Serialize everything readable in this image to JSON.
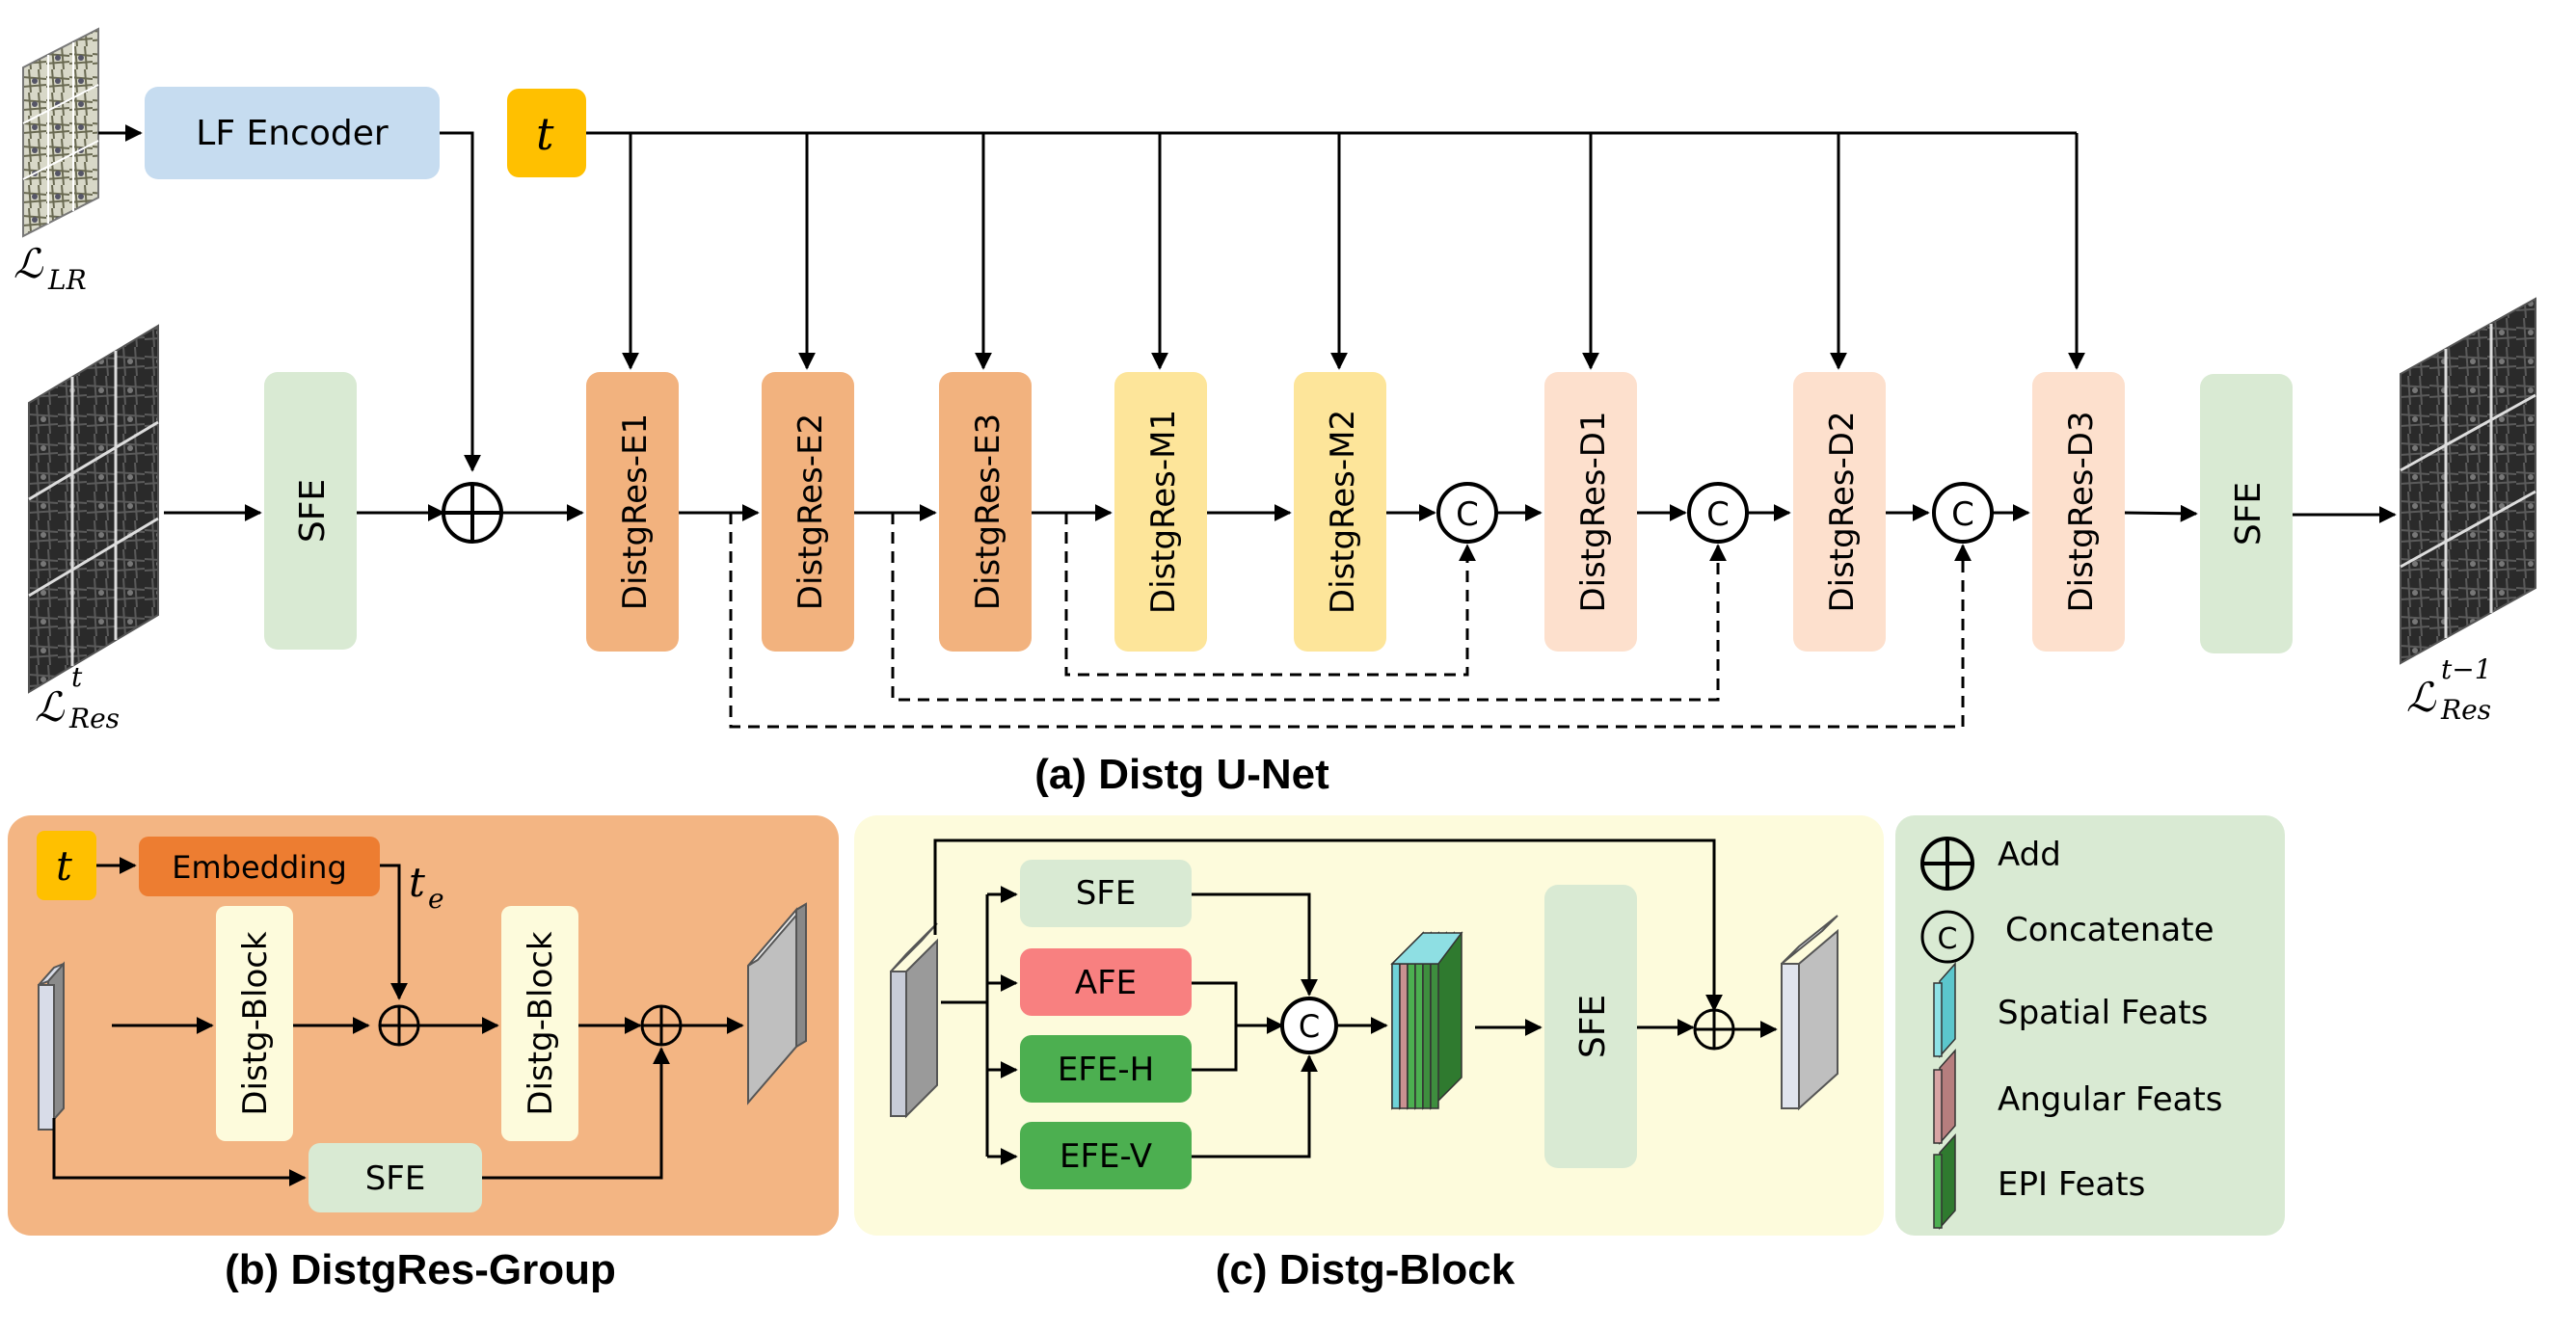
{
  "colors": {
    "encoder_blocks": "#f2b27e",
    "middle_blocks": "#fde59a",
    "decoder_blocks": "#fde0cd",
    "sfe_blocks": "#d9ead3",
    "lf_encoder": "#c6dcf0",
    "time_token": "#ffc000",
    "group_bg": "#f3b583",
    "distg_block_bg": "#fdfbdc",
    "embedding": "#ed7d31",
    "afe": "#f88080",
    "efe": "#4caf50",
    "legend_bg": "#d9ead3",
    "spatial_feats": "#6fd3d8",
    "angular_feats": "#c99191",
    "epi_feats": "#3e8e3e"
  },
  "unet": {
    "caption": "(a) Distg U-Net",
    "lf_encoder": "LF Encoder",
    "t": "t",
    "input_lr_label": "ℒ",
    "input_lr_sub": "LR",
    "input_res_label": "ℒ",
    "input_res_sup": "t",
    "input_res_sub": "Res",
    "output_label": "ℒ",
    "output_sup": "t−1",
    "output_sub": "Res",
    "sfe_in": "SFE",
    "sfe_out": "SFE",
    "blocks": {
      "e1": "DistgRes-E1",
      "e2": "DistgRes-E2",
      "e3": "DistgRes-E3",
      "m1": "DistgRes-M1",
      "m2": "DistgRes-M2",
      "d1": "DistgRes-D1",
      "d2": "DistgRes-D2",
      "d3": "DistgRes-D3"
    },
    "concat_symbol": "C"
  },
  "group": {
    "caption": "(b) DistgRes-Group",
    "t": "t",
    "embedding": "Embedding",
    "te": "t",
    "te_sub": "e",
    "distg_block_1": "Distg-Block",
    "distg_block_2": "Distg-Block",
    "sfe": "SFE"
  },
  "block": {
    "caption": "(c) Distg-Block",
    "sfe_top": "SFE",
    "afe": "AFE",
    "efe_h": "EFE-H",
    "efe_v": "EFE-V",
    "sfe_right": "SFE",
    "concat_symbol": "C"
  },
  "legend": {
    "add": "Add",
    "concatenate": "Concatenate",
    "concat_symbol": "C",
    "spatial": "Spatial Feats",
    "angular": "Angular Feats",
    "epi": "EPI Feats"
  }
}
